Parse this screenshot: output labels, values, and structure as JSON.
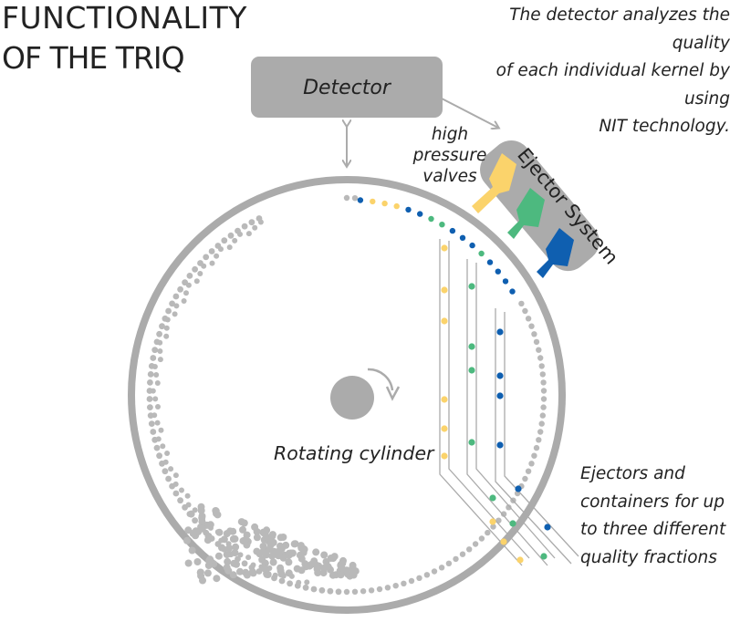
{
  "title": {
    "line1": "FUNCTIONALITY",
    "line2": "OF THE TRIQ"
  },
  "detector_box": {
    "label": "Detector"
  },
  "detector_note": [
    "The detector analyzes the quality",
    "of each individual kernel by using",
    "NIT technology."
  ],
  "valves_label": [
    "high",
    "pressure",
    "valves"
  ],
  "ejector_system": {
    "label": "Ejector System"
  },
  "cylinder": {
    "label": "Rotating cylinder"
  },
  "ejectors_note": [
    "Ejectors and",
    "containers for up",
    "to three different",
    "quality fractions"
  ],
  "colors": {
    "gray": "#ababab",
    "kernel": "#b9b9b9",
    "yellow": "#fbd36b",
    "green": "#4db97f",
    "blue": "#0f5fb0"
  }
}
